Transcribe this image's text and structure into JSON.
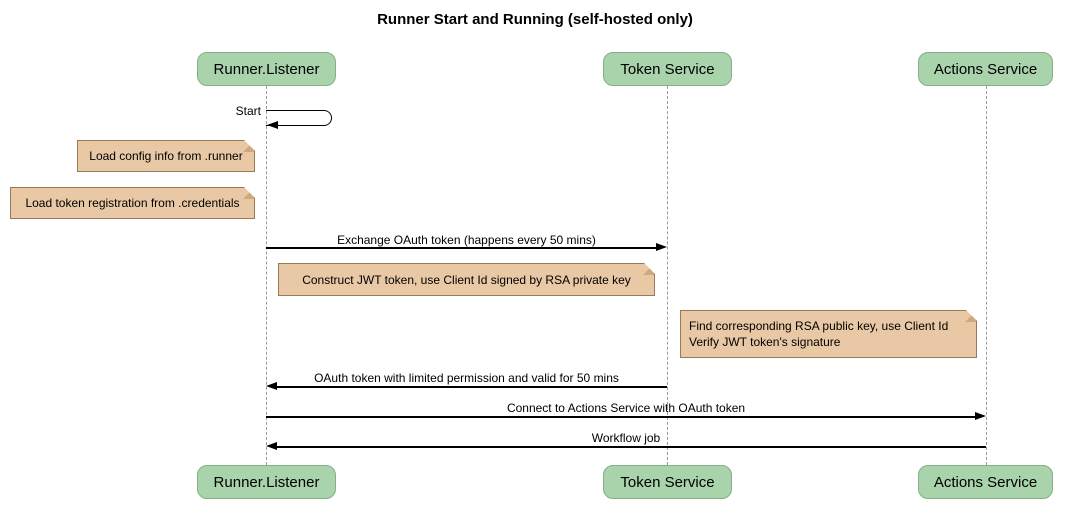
{
  "title": "Runner Start and Running (self-hosted only)",
  "participants": [
    {
      "name": "Runner.Listener"
    },
    {
      "name": "Token Service"
    },
    {
      "name": "Actions Service"
    }
  ],
  "messages": [
    {
      "label": "Start",
      "from": "Runner.Listener",
      "to": "Runner.Listener",
      "kind": "self"
    },
    {
      "label": "Exchange OAuth token (happens every 50 mins)",
      "from": "Runner.Listener",
      "to": "Token Service",
      "kind": "right"
    },
    {
      "label": "OAuth token with limited permission and valid for 50 mins",
      "from": "Token Service",
      "to": "Runner.Listener",
      "kind": "left"
    },
    {
      "label": "Connect to Actions Service with OAuth token",
      "from": "Runner.Listener",
      "to": "Actions Service",
      "kind": "right"
    },
    {
      "label": "Workflow job",
      "from": "Actions Service",
      "to": "Runner.Listener",
      "kind": "left"
    }
  ],
  "notes": [
    {
      "label": "Load config info from .runner"
    },
    {
      "label": "Load token registration from .credentials"
    },
    {
      "label": "Construct JWT token, use Client Id signed by RSA private key"
    },
    {
      "label": "Find corresponding RSA public key, use Client Id\nVerify JWT token's signature"
    }
  ],
  "colors": {
    "participant_fill": "#a9d3ab",
    "participant_border": "#86ae88",
    "note_fill": "#e8c8a5",
    "note_border": "#97795b",
    "lifeline": "#999999",
    "arrow": "#000000",
    "background": "#ffffff",
    "text": "#000000"
  }
}
